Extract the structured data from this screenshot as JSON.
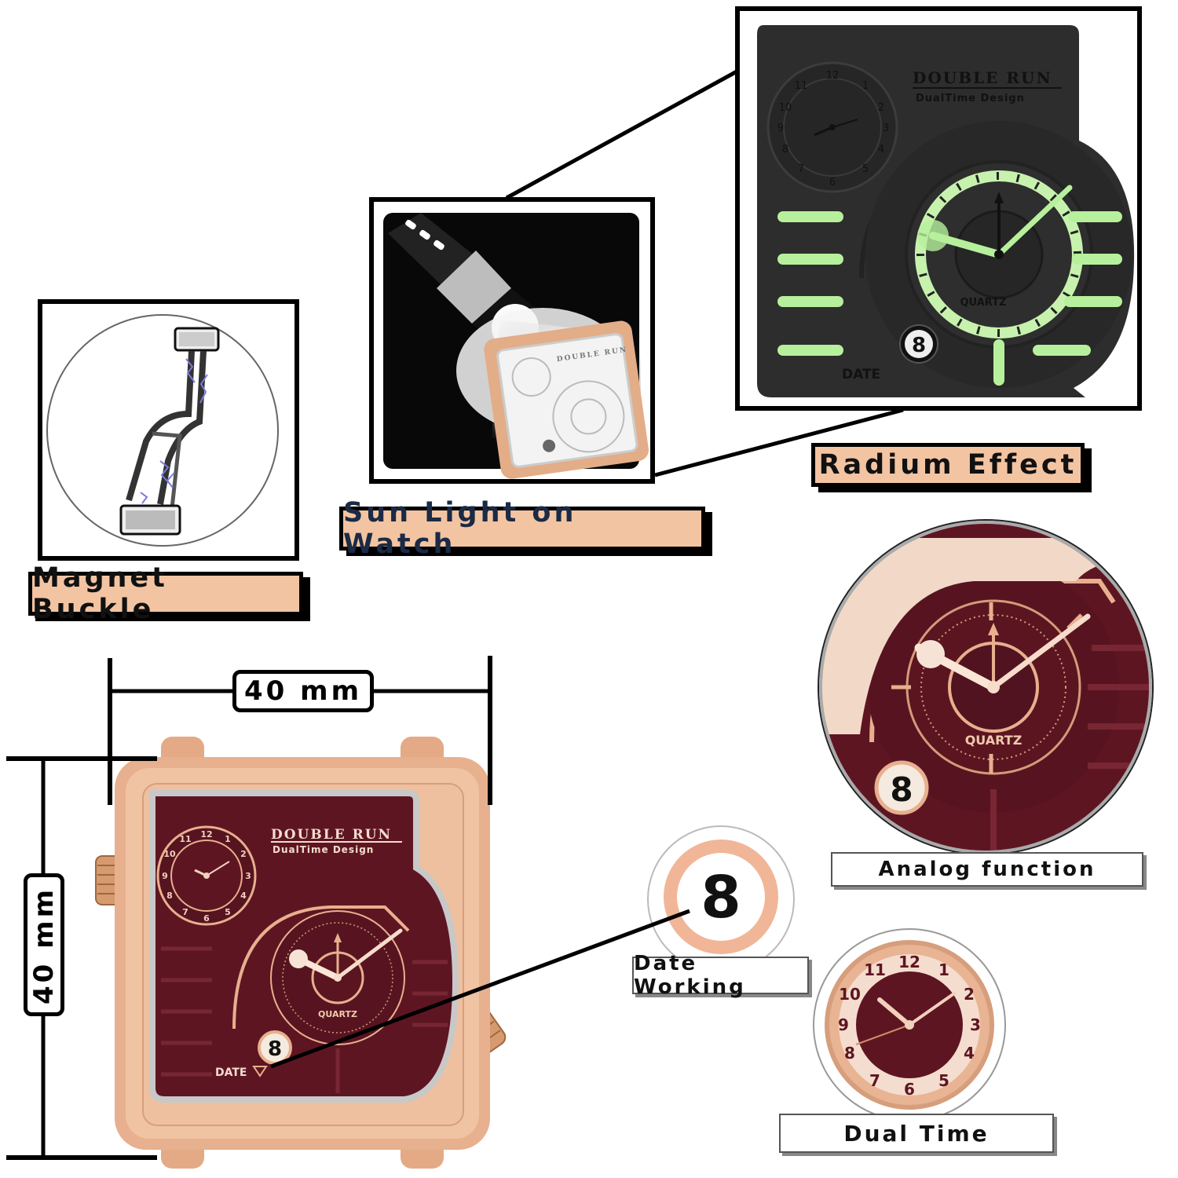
{
  "callouts": {
    "radium_effect": "Radium Effect",
    "sun_light": "Sun Light on Watch",
    "magnet_buckle": "Magnet Buckle",
    "analog_function": "Analog function",
    "date_working": "Date Working",
    "dual_time": "Dual Time"
  },
  "dimensions": {
    "width": "40 mm",
    "height": "40 mm"
  },
  "watch_face": {
    "brand": "Double Run",
    "tagline": "DualTime Design",
    "quartz": "QUARTZ",
    "date_label": "DATE",
    "date_value": "8"
  },
  "colors": {
    "label_fill": "#f3c4a2",
    "case_gold": "#e7b08e",
    "dial_maroon": "#5e1522",
    "lume_green": "#b7f09c",
    "dark_dial": "#2c2c2c"
  }
}
